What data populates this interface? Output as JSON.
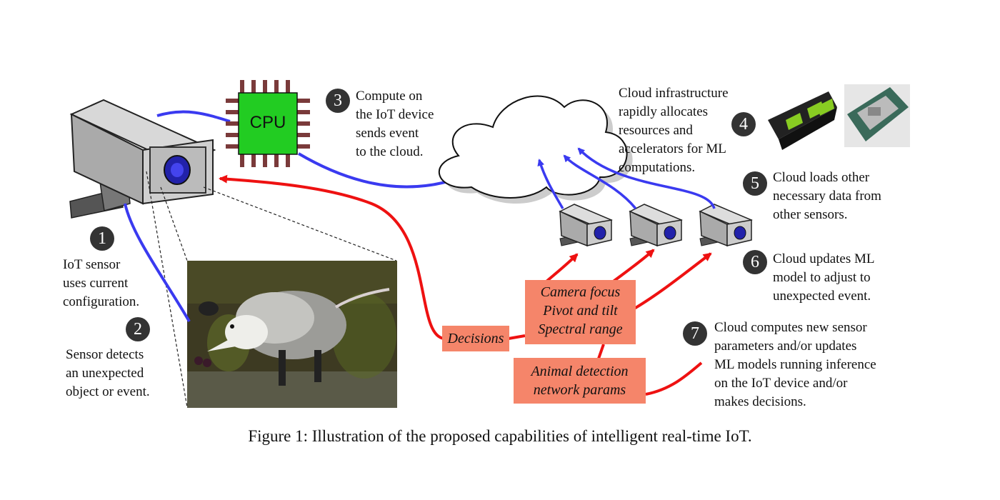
{
  "steps": [
    {
      "number": "1",
      "text": "IoT sensor\nuses current\nconfiguration."
    },
    {
      "number": "2",
      "text": "Sensor detects\nan unexpected\nobject or event."
    },
    {
      "number": "3",
      "text": "Compute on\nthe IoT device\nsends event\nto the cloud."
    },
    {
      "number": "4",
      "text": "Cloud infrastructure\nrapidly allocates\nresources and\naccelerators for ML\ncomputations."
    },
    {
      "number": "5",
      "text": "Cloud loads other\nnecessary data from\nother sensors."
    },
    {
      "number": "6",
      "text": "Cloud updates ML\nmodel to adjust to\nunexpected event."
    },
    {
      "number": "7",
      "text": "Cloud computes new sensor\nparameters and/or updates\nML models running inference\non the IoT device and/or\nmakes decisions."
    }
  ],
  "cpu_label": "CPU",
  "boxes": {
    "decisions": "Decisions",
    "camera_params": "Camera focus\nPivot and tilt\nSpectral range",
    "network_params": "Animal detection\nnetwork params"
  },
  "caption": "Figure 1: Illustration of the proposed capabilities of intelligent real-time IoT.",
  "colors": {
    "blue_arrow": "#3a3af0",
    "red_arrow": "#ee1111",
    "box_fill": "#f5856a",
    "cpu_green": "#22cc22",
    "cpu_pins": "#7a3a3a"
  },
  "icons": [
    "security-camera",
    "cpu-chip",
    "cloud",
    "gpu-card",
    "tpu-board",
    "opossum-photo"
  ]
}
